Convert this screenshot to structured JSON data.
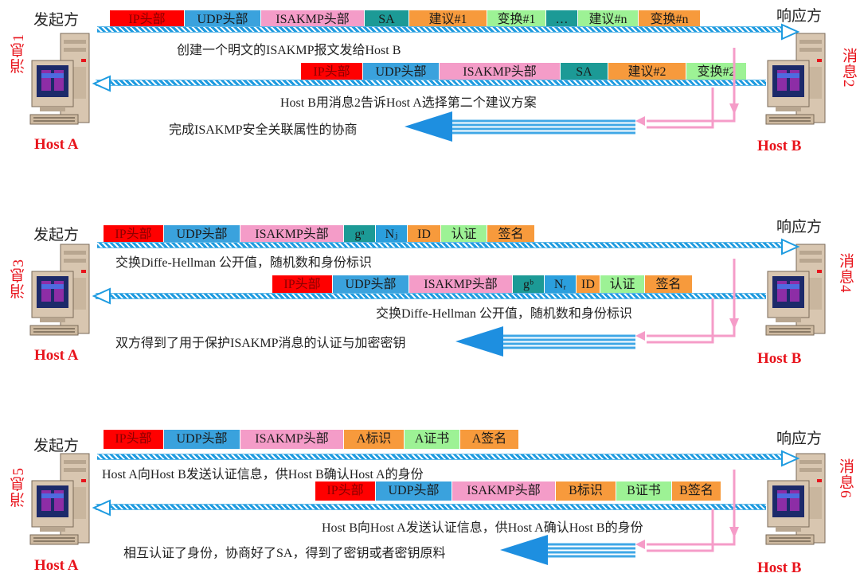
{
  "colors": {
    "ip": "#ff0000",
    "udp": "#3aa2dd",
    "isakmp": "#f49cc8",
    "teal": "#1c9a96",
    "orange": "#f79a3c",
    "green": "#9df295",
    "blue": "#2b9fdd",
    "ellipsis": "#9df295",
    "host_red": "#e8141c",
    "flow_blue": "#1e9be0",
    "flow_pink": "#f59cc8"
  },
  "labels": {
    "initiator": "发起方",
    "responder": "响应方",
    "host_a": "Host A",
    "host_b": "Host B"
  },
  "stages": [
    {
      "msg_left": "消息1",
      "msg_right": "消息2",
      "packet1": [
        {
          "label": "IP头部",
          "color": "ip"
        },
        {
          "label": "UDP头部",
          "color": "udp"
        },
        {
          "label": "ISAKMP头部",
          "color": "isakmp"
        },
        {
          "label": "SA",
          "color": "teal"
        },
        {
          "label": "建议#1",
          "color": "orange"
        },
        {
          "label": "变换#1",
          "color": "green"
        },
        {
          "label": "…",
          "color": "teal"
        },
        {
          "label": "建议#n",
          "color": "green"
        },
        {
          "label": "变换#n",
          "color": "orange"
        }
      ],
      "note1": "创建一个明文的ISAKMP报文发给Host B",
      "packet2": [
        {
          "label": "IP头部",
          "color": "ip"
        },
        {
          "label": "UDP头部",
          "color": "udp"
        },
        {
          "label": "ISAKMP头部",
          "color": "isakmp"
        },
        {
          "label": "SA",
          "color": "teal"
        },
        {
          "label": "建议#2",
          "color": "orange"
        },
        {
          "label": "变换#2",
          "color": "green"
        }
      ],
      "note2": "Host B用消息2告诉Host A选择第二个建议方案",
      "result": "完成ISAKMP安全关联属性的协商"
    },
    {
      "msg_left": "消息3",
      "msg_right": "消息4",
      "packet1": [
        {
          "label": "IP头部",
          "color": "ip"
        },
        {
          "label": "UDP头部",
          "color": "udp"
        },
        {
          "label": "ISAKMP头部",
          "color": "isakmp"
        },
        {
          "label": "gᵃ",
          "color": "teal"
        },
        {
          "label": "Nⱼ",
          "color": "blue"
        },
        {
          "label": "ID",
          "color": "orange"
        },
        {
          "label": "认证",
          "color": "green"
        },
        {
          "label": "签名",
          "color": "orange"
        }
      ],
      "note1": "交换Diffe-Hellman 公开值，随机数和身份标识",
      "packet2": [
        {
          "label": "IP头部",
          "color": "ip"
        },
        {
          "label": "UDP头部",
          "color": "udp"
        },
        {
          "label": "ISAKMP头部",
          "color": "isakmp"
        },
        {
          "label": "gᵇ",
          "color": "teal"
        },
        {
          "label": "Nᵣ",
          "color": "blue"
        },
        {
          "label": "ID",
          "color": "orange"
        },
        {
          "label": "认证",
          "color": "green"
        },
        {
          "label": "签名",
          "color": "orange"
        }
      ],
      "note2": "交换Diffe-Hellman 公开值，随机数和身份标识",
      "result": "双方得到了用于保护ISAKMP消息的认证与加密密钥"
    },
    {
      "msg_left": "消息5",
      "msg_right": "消息6",
      "packet1": [
        {
          "label": "IP头部",
          "color": "ip"
        },
        {
          "label": "UDP头部",
          "color": "udp"
        },
        {
          "label": "ISAKMP头部",
          "color": "isakmp"
        },
        {
          "label": "A标识",
          "color": "orange"
        },
        {
          "label": "A证书",
          "color": "green"
        },
        {
          "label": "A签名",
          "color": "orange"
        }
      ],
      "note1": "Host A向Host B发送认证信息，供Host B确认Host A的身份",
      "packet2": [
        {
          "label": "IP头部",
          "color": "ip"
        },
        {
          "label": "UDP头部",
          "color": "udp"
        },
        {
          "label": "ISAKMP头部",
          "color": "isakmp"
        },
        {
          "label": "B标识",
          "color": "orange"
        },
        {
          "label": "B证书",
          "color": "green"
        },
        {
          "label": "B签名",
          "color": "orange"
        }
      ],
      "note2": "Host B向Host A发送认证信息，供Host A确认Host B的身份",
      "result": "相互认证了身份，协商好了SA，得到了密钥或者密钥原料"
    }
  ]
}
